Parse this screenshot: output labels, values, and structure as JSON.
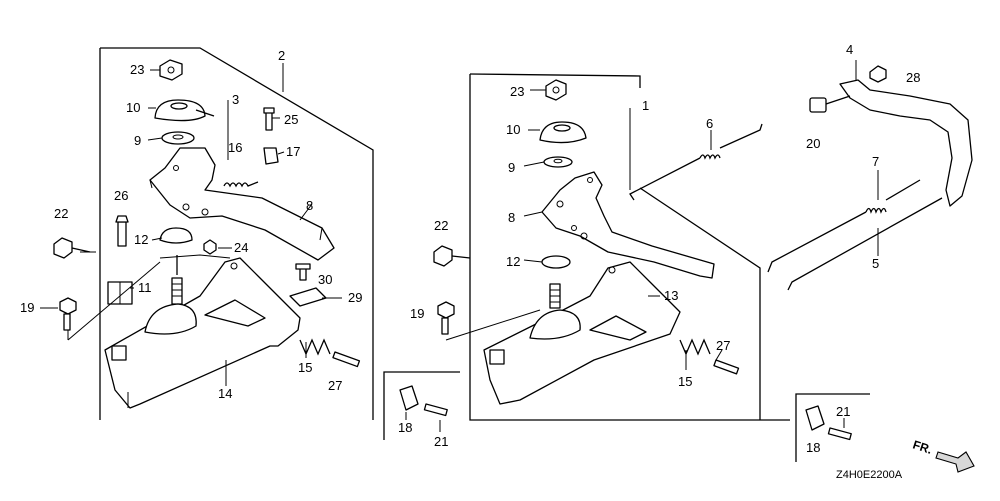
{
  "callouts": {
    "c1": "1",
    "c2": "2",
    "c3": "3",
    "c4": "4",
    "c5": "5",
    "c6": "6",
    "c7": "7",
    "c8a": "8",
    "c8b": "8",
    "c9a": "9",
    "c9b": "9",
    "c10a": "10",
    "c10b": "10",
    "c11": "11",
    "c12a": "12",
    "c12b": "12",
    "c13": "13",
    "c14": "14",
    "c15a": "15",
    "c15b": "15",
    "c16": "16",
    "c17": "17",
    "c18a": "18",
    "c18b": "18",
    "c19a": "19",
    "c19b": "19",
    "c20": "20",
    "c21a": "21",
    "c21b": "21",
    "c22a": "22",
    "c22b": "22",
    "c23a": "23",
    "c23b": "23",
    "c24": "24",
    "c25": "25",
    "c26": "26",
    "c27a": "27",
    "c27b": "27",
    "c28": "28",
    "c29": "29",
    "c30": "30"
  },
  "diagram_code": "Z4H0E2200A",
  "front_label": "FR."
}
